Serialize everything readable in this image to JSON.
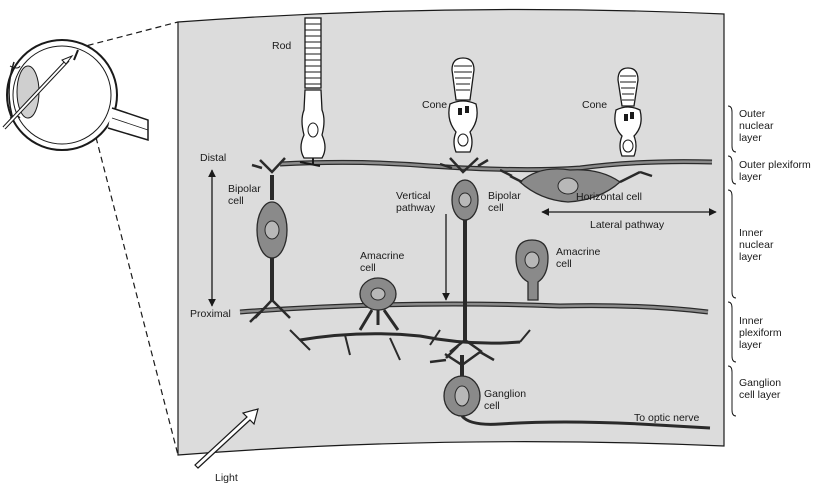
{
  "labels": {
    "rod": "Rod",
    "cone_left": "Cone",
    "cone_right": "Cone",
    "distal": "Distal",
    "proximal": "Proximal",
    "bipolar_left": "Bipolar\ncell",
    "bipolar_center": "Bipolar\ncell",
    "vertical_pathway": "Vertical\npathway",
    "horizontal_cell": "Horizontal cell",
    "lateral_pathway": "Lateral pathway",
    "amacrine_left": "Amacrine\ncell",
    "amacrine_right": "Amacrine\ncell",
    "ganglion_cell": "Ganglion\ncell",
    "optic_nerve": "To optic nerve",
    "light": "Light"
  },
  "layers": [
    {
      "label": "Outer\nnuclear\nlayer"
    },
    {
      "label": "Outer plexiform\nlayer"
    },
    {
      "label": "Inner\nnuclear\nlayer"
    },
    {
      "label": "Inner\nplexiform\nlayer"
    },
    {
      "label": "Ganglion\ncell layer"
    }
  ],
  "colors": {
    "panel": "#dcdcdc",
    "cell_fill": "#8a8a8a",
    "cell_stroke": "#2a2a2a",
    "nucleus": "#b8b8b8"
  }
}
